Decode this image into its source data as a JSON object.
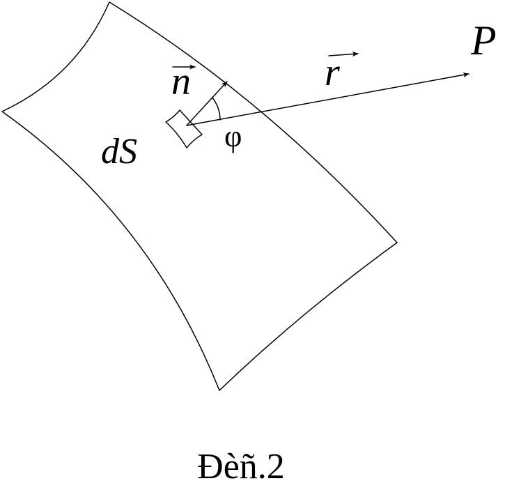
{
  "labels": {
    "point": "P",
    "radius_vector": "r",
    "normal_vector": "n",
    "surface_element": "dS",
    "angle": "φ"
  },
  "caption": "Đèñ.2"
}
